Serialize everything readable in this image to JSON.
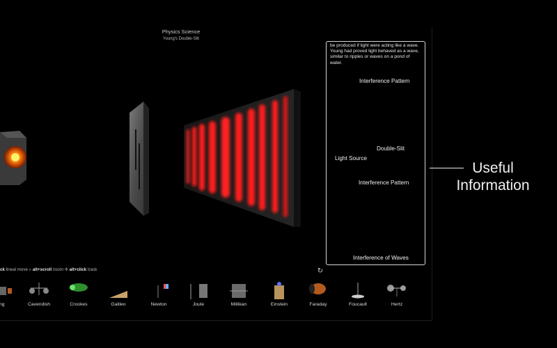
{
  "header": {
    "title": "Physics Science",
    "subtitle": "Young's Double-Slit"
  },
  "info_panel": {
    "text": "be produced if light were acting like a wave. Young had proved light behaved as a wave,  similar to ripples or waves on a pond of water.",
    "label_interference_top": "Interference Pattern",
    "label_double_slit": "Double-Slit",
    "label_light_source": "Light Source",
    "label_interference_mid": "Interference Pattern",
    "label_interference_waves": "Interference of Waves"
  },
  "callout": {
    "line1": "Useful",
    "line2": "Information"
  },
  "controls": {
    "part1": "ck",
    "part2": " lineal move  ",
    "part3": "alt+scroll",
    "part4": " zoom  ",
    "part5": "alt+click",
    "part6": " track"
  },
  "tray": {
    "items": [
      "ing",
      "Cavendish",
      "Crookes",
      "Galileo",
      "Newton",
      "Joule",
      "Millikan",
      "Einstein",
      "Faraday",
      "Foucault",
      "Hertz"
    ]
  },
  "colors": {
    "accent_red": "#ff1a1a",
    "panel_border": "#d8d8d8"
  }
}
